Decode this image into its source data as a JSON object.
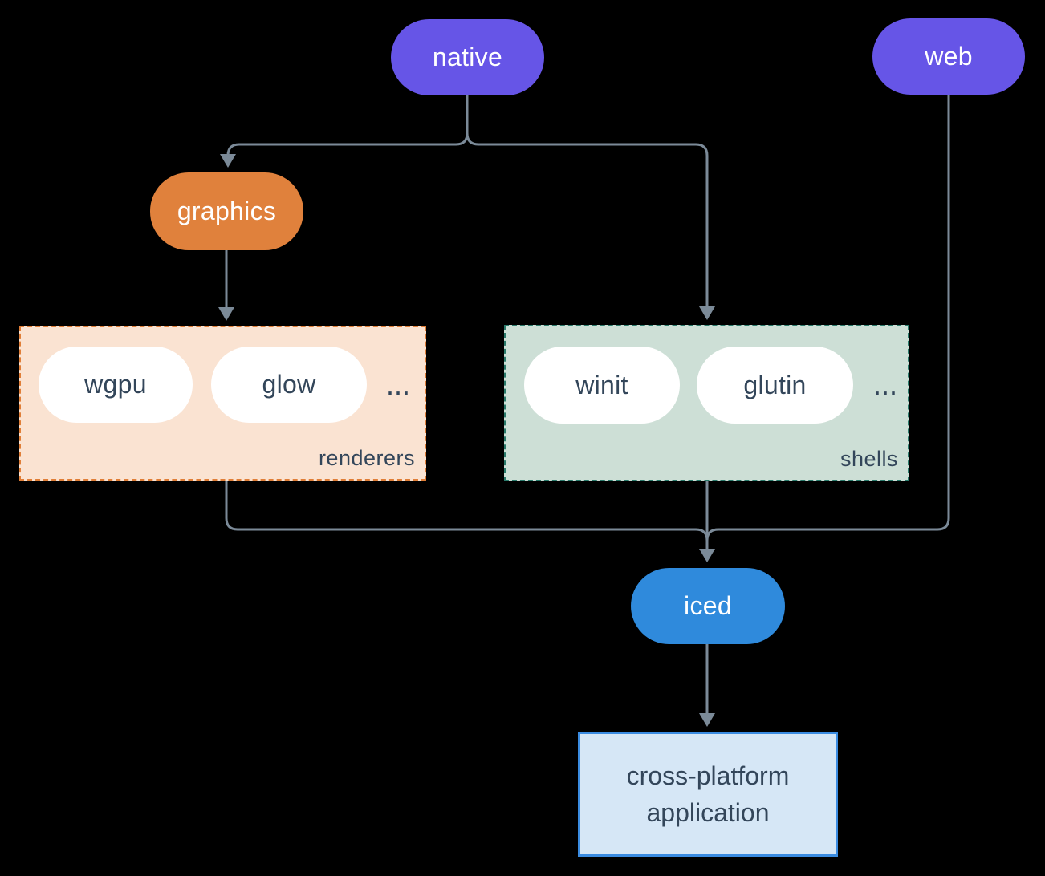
{
  "nodes": {
    "native": {
      "label": "native"
    },
    "web": {
      "label": "web"
    },
    "graphics": {
      "label": "graphics"
    },
    "iced": {
      "label": "iced"
    },
    "app": {
      "line1": "cross-platform",
      "line2": "application"
    }
  },
  "groups": {
    "renderers": {
      "label": "renderers",
      "items": [
        "wgpu",
        "glow"
      ],
      "ellipsis": "..."
    },
    "shells": {
      "label": "shells",
      "items": [
        "winit",
        "glutin"
      ],
      "ellipsis": "..."
    }
  },
  "colors": {
    "background": "#000000",
    "purple": "#6655e7",
    "orange": "#e0813c",
    "blue": "#2f8adc",
    "app_fill": "#d6e7f6",
    "app_border": "#3b8ce1",
    "renderers_fill": "#fae3d2",
    "renderers_border": "#e07e37",
    "shells_fill": "#cddfd6",
    "shells_border": "#2a7a6b",
    "line": "#7b8a98",
    "dark_text": "#33465a",
    "pill_text": "#ffffff"
  }
}
